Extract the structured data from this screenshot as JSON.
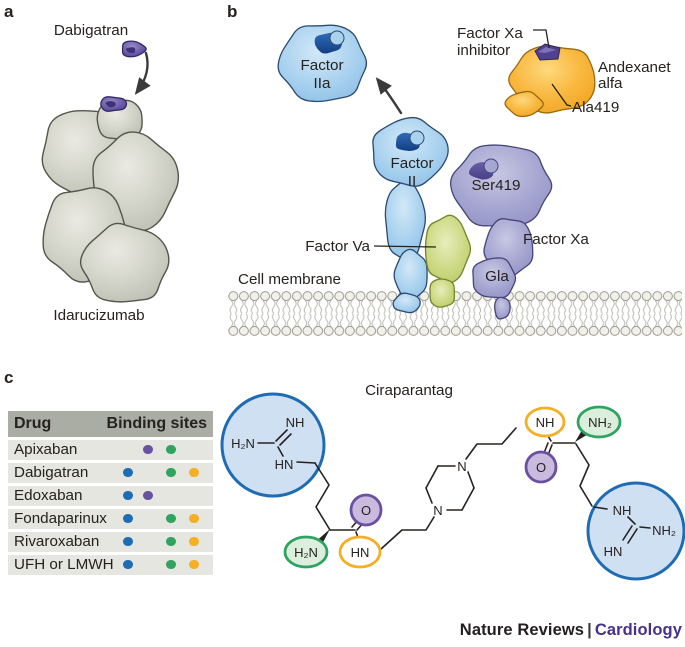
{
  "panel_a": {
    "label": "a",
    "dabigatran_label": "Dabigatran",
    "antibody_label": "Idarucizumab"
  },
  "panel_b": {
    "label": "b",
    "factor_iia": [
      "Factor",
      "IIa"
    ],
    "factor_xa_inhibitor": [
      "Factor Xa",
      "inhibitor"
    ],
    "andexanet": [
      "Andexanet",
      "alfa"
    ],
    "ala419": "Ala419",
    "factor_ii": [
      "Factor",
      "II"
    ],
    "ser419": "Ser419",
    "factor_va": "Factor Va",
    "factor_xa": "Factor Xa",
    "gla": "Gla",
    "cell_membrane": "Cell membrane"
  },
  "panel_c": {
    "label": "c",
    "molecule_title": "Ciraparantag",
    "site_colors": {
      "blue": "#1e6cb4",
      "purple": "#6950a1",
      "green": "#2fa360",
      "yellow": "#f4af23"
    },
    "table": {
      "col_drug": "Drug",
      "col_sites": "Binding sites",
      "rows": [
        {
          "drug": "Apixaban",
          "sites": [
            "purple",
            "green"
          ]
        },
        {
          "drug": "Dabigatran",
          "sites": [
            "blue",
            "green",
            "yellow"
          ]
        },
        {
          "drug": "Edoxaban",
          "sites": [
            "blue",
            "purple"
          ]
        },
        {
          "drug": "Fondaparinux",
          "sites": [
            "blue",
            "green",
            "yellow"
          ]
        },
        {
          "drug": "Rivaroxaban",
          "sites": [
            "blue",
            "green",
            "yellow"
          ]
        },
        {
          "drug": "UFH or LMWH",
          "sites": [
            "blue",
            "green",
            "yellow"
          ]
        }
      ]
    },
    "molecule_labels": {
      "lg_nh": "NH",
      "lg_h2n": "H₂N",
      "lg_hn": "HN",
      "la_h2n": "H₂N",
      "la_o": "O",
      "la_hn": "HN",
      "pip_n1": "N",
      "pip_n2": "N",
      "ra_nh": "NH",
      "ra_o": "O",
      "ra_nh2": "NH₂",
      "rg_nh": "NH",
      "rg_nh2": "NH₂",
      "rg_hn": "HN"
    }
  },
  "footer": {
    "brand": "Nature Reviews",
    "separator": "|",
    "section": "Cardiology"
  }
}
